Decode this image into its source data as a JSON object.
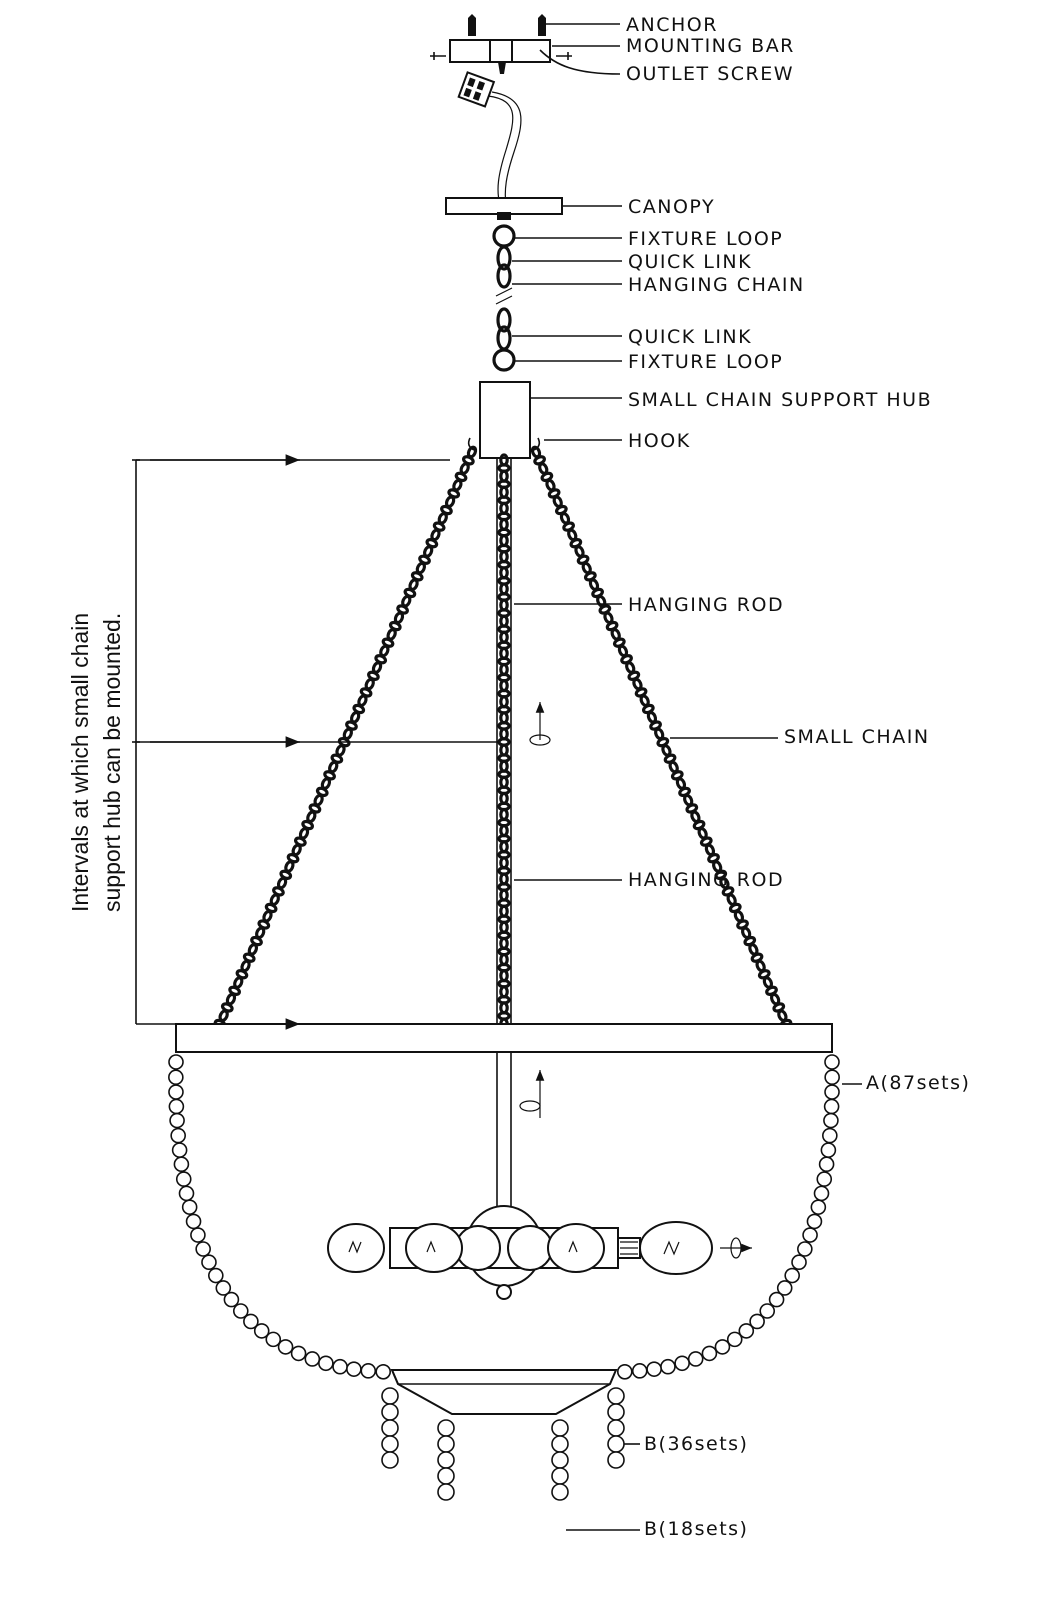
{
  "labels": {
    "anchor": "ANCHOR",
    "mounting_bar": "MOUNTING BAR",
    "outlet_screw": "OUTLET SCREW",
    "canopy": "CANOPY",
    "fixture_loop_top": "FIXTURE LOOP",
    "quick_link_top": "QUICK LINK",
    "hanging_chain": "HANGING CHAIN",
    "quick_link_bottom": "QUICK LINK",
    "fixture_loop_bottom": "FIXTURE LOOP",
    "small_chain_support_hub": "SMALL CHAIN SUPPORT HUB",
    "hook": "HOOK",
    "hanging_rod_upper": "HANGING ROD",
    "small_chain": "SMALL CHAIN",
    "hanging_rod_lower": "HANGING ROD",
    "beads_a": "A(87sets)",
    "beads_b36": "B(36sets)",
    "beads_b18": "B(18sets)"
  },
  "interval_note": {
    "line1": "Intervals at which small chain",
    "line2": "support hub can be mounted."
  }
}
